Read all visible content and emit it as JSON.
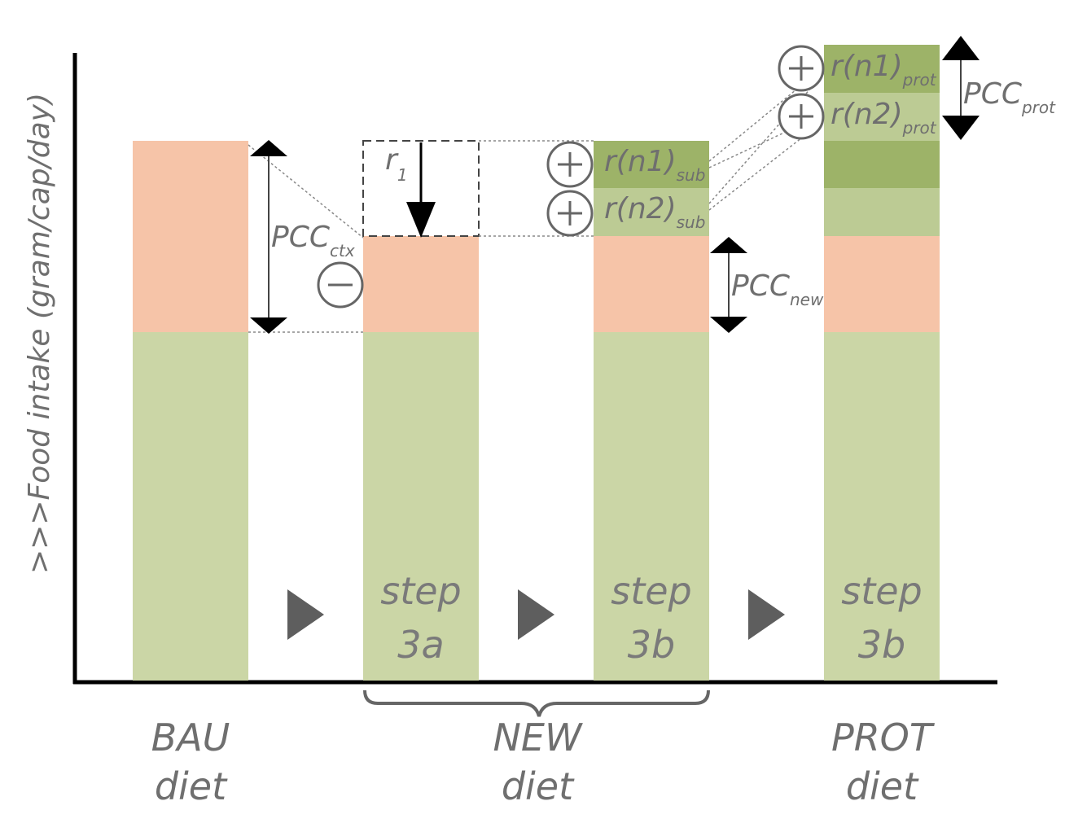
{
  "y_axis_label": ">>>Food intake (gram/cap/day)",
  "colors": {
    "base_green": "#cbd6a6",
    "salmon": "#f6c4a8",
    "light_green": "#bccb94",
    "dark_green": "#9db368",
    "axis": "#000000",
    "text": "#6f6f6f",
    "play_marker": "#5e5e5e"
  },
  "bars": [
    {
      "id": "bau",
      "step": [],
      "segments": [
        "base",
        "salmon"
      ]
    },
    {
      "id": "step3a",
      "step": [
        "step",
        "3a"
      ],
      "segments": [
        "base",
        "salmon"
      ]
    },
    {
      "id": "step3b",
      "step": [
        "step",
        "3b"
      ],
      "segments": [
        "base",
        "salmon",
        "r(n2)_sub",
        "r(n1)_sub"
      ]
    },
    {
      "id": "prot",
      "step": [
        "step",
        "3b"
      ],
      "segments": [
        "base",
        "salmon",
        "r(n2)_sub",
        "r(n1)_sub",
        "r(n2)_prot",
        "r(n1)_prot"
      ]
    }
  ],
  "groups": {
    "bau": {
      "line1": "BAU",
      "line2": "diet"
    },
    "new": {
      "line1": "NEW",
      "line2": "diet"
    },
    "prot": {
      "line1": "PROT",
      "line2": "diet"
    }
  },
  "annotations": {
    "pcc_ctx": {
      "main": "PCC",
      "sub": "ctx"
    },
    "pcc_new": {
      "main": "PCC",
      "sub": "new"
    },
    "pcc_prot": {
      "main": "PCC",
      "sub": "prot"
    },
    "r1": {
      "main": "r",
      "sub": "1"
    },
    "r_n1_sub": {
      "main": "r(n1)",
      "sub": "sub"
    },
    "r_n2_sub": {
      "main": "r(n2)",
      "sub": "sub"
    },
    "r_n1_prot": {
      "main": "r(n1)",
      "sub": "prot"
    },
    "r_n2_prot": {
      "main": "r(n2)",
      "sub": "prot"
    },
    "plus_symbol": "+",
    "minus_symbol": "−"
  }
}
